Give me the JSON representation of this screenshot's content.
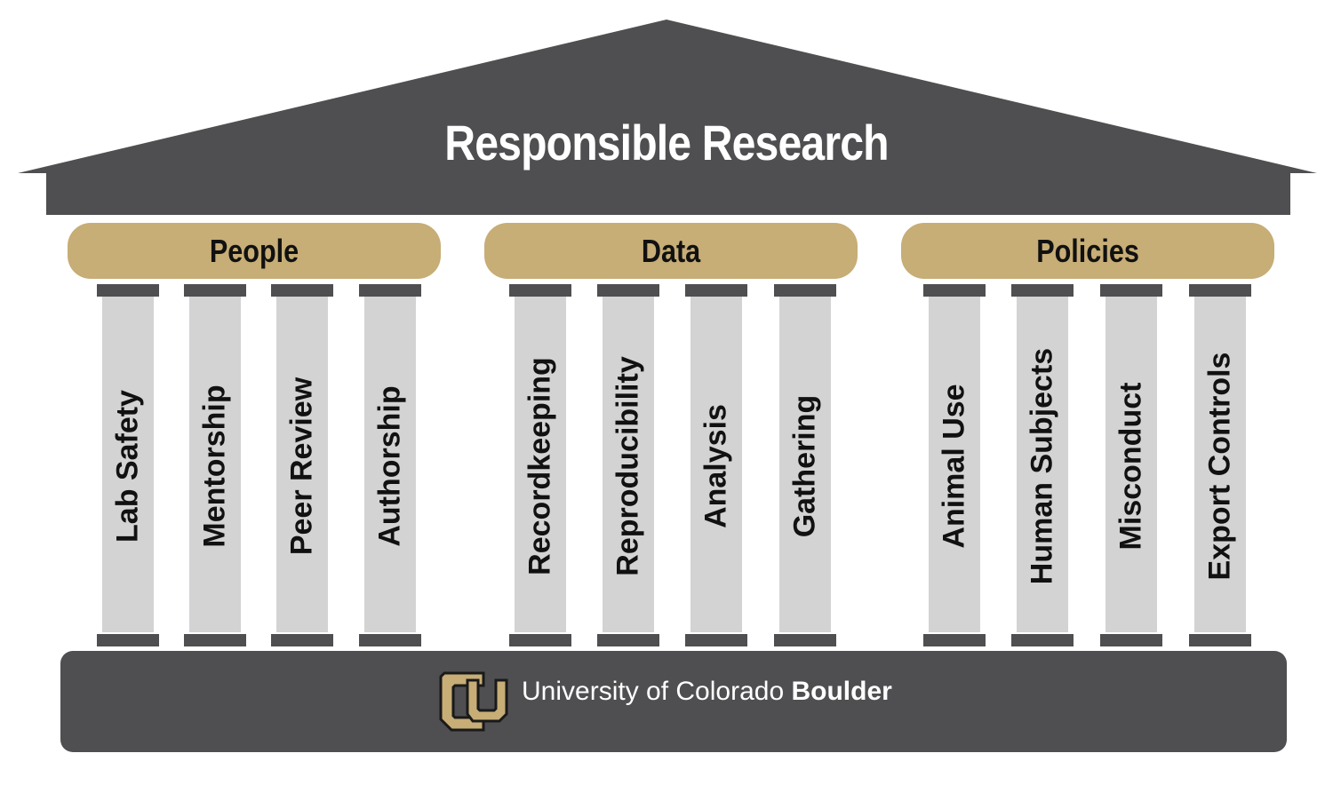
{
  "title": "Responsible Research",
  "groups": [
    {
      "name": "People",
      "pillars": [
        "Lab Safety",
        "Mentorship",
        "Peer Review",
        "Authorship"
      ]
    },
    {
      "name": "Data",
      "pillars": [
        "Recordkeeping",
        "Reproducibility",
        "Analysis",
        "Gathering"
      ]
    },
    {
      "name": "Policies",
      "pillars": [
        "Animal Use",
        "Human Subjects",
        "Misconduct",
        "Export Controls"
      ]
    }
  ],
  "footer": {
    "university_regular": "University of Colorado",
    "university_bold": "Boulder",
    "logo_text": "CU"
  },
  "colors": {
    "roof": "#4f4f51",
    "capital": "#c7ad76",
    "column_shaft": "#d3d3d4",
    "column_cap": "#4f4f51",
    "base": "#4f4f51",
    "text_dark": "#111111",
    "text_light": "#ffffff"
  }
}
